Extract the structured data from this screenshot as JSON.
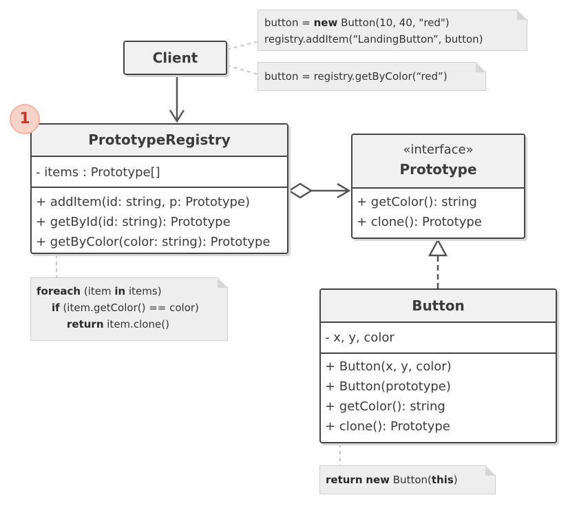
{
  "badge": "1",
  "client": {
    "name": "Client"
  },
  "registry": {
    "name": "PrototypeRegistry",
    "fields": [
      "- items : Prototype[]"
    ],
    "methods": [
      "+ addItem(id: string, p: Prototype)",
      "+ getById(id: string): Prototype",
      "+ getByColor(color: string): Prototype"
    ]
  },
  "prototype": {
    "stereotype": "«interface»",
    "name": "Prototype",
    "methods": [
      "+ getColor(): string",
      "+ clone(): Prototype"
    ]
  },
  "button": {
    "name": "Button",
    "fields": [
      "- x, y, color"
    ],
    "methods": [
      "+ Button(x, y, color)",
      "+ Button(prototype)",
      "+ getColor(): string",
      "+ clone(): Prototype"
    ]
  },
  "notes": {
    "client_create": {
      "line1_a": "button = ",
      "line1_kw": "new",
      "line1_b": " Button(10, 40, \"red\")",
      "line2": "registry.addItem(“LandingButton”, button)"
    },
    "client_get": {
      "line1": "button = registry.getByColor(“red”)"
    },
    "registry_impl": {
      "l1_kw": "foreach",
      "l1_a": " (item ",
      "l1_kw2": "in",
      "l1_b": " items)",
      "l2_kw": "if",
      "l2_a": " (item.getColor() == color)",
      "l3_kw": "return",
      "l3_a": " item.clone()"
    },
    "button_clone": {
      "kw1": "return",
      "sp": " ",
      "kw2": "new",
      "a": " Button(",
      "kw3": "this",
      "b": ")"
    }
  },
  "colors": {
    "line": "#555555",
    "dash": "#bbbbbb",
    "badge_fill": "#f8d3c9",
    "badge_text": "#c0392b"
  }
}
